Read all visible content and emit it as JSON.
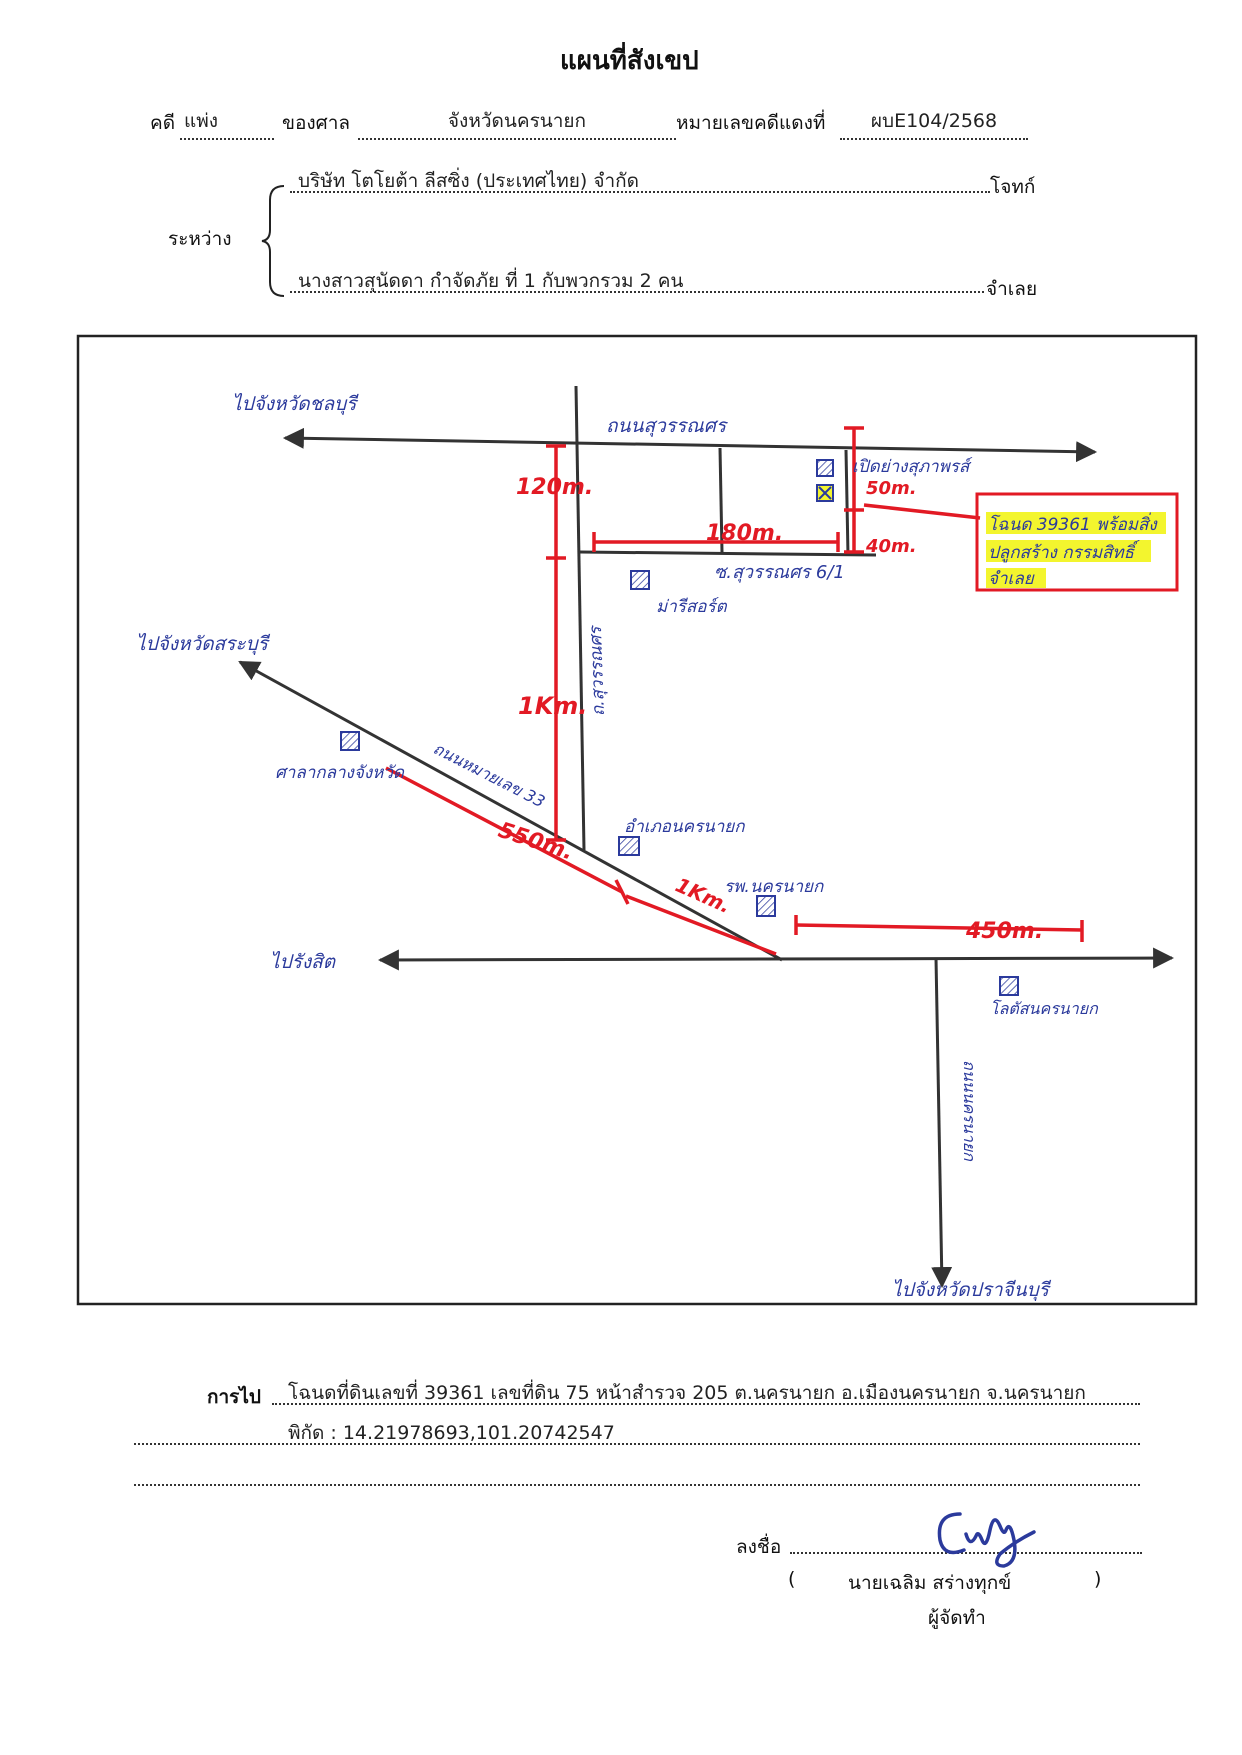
{
  "header": {
    "title": "แผนที่สังเขป",
    "case_label": "คดี",
    "case_type": "แพ่ง",
    "court_label": "ของศาล",
    "court_name": "จังหวัดนครนายก",
    "red_case_label": "หมายเลขคดีแดงที่",
    "red_case_no": "ผบE104/2568"
  },
  "parties": {
    "between_label": "ระหว่าง",
    "plaintiff": "บริษัท โตโยต้า ลีสซิ่ง (ประเทศไทย) จำกัด",
    "plaintiff_role": "โจทก์",
    "defendant": "นางสาวสุนัดดา กำจัดภัย ที่ 1 กับพวกรวม 2 คน",
    "defendant_role": "จำเลย"
  },
  "map": {
    "dir_top_left": "ไปจังหวัดชลบุรี",
    "dir_left": "ไปจังหวัดสระบุรี",
    "dir_rangsit": "ไปรังสิต",
    "dir_bottom": "ไปจังหวัดปราจีนบุรี",
    "road_top": "ถนนสุวรรณศร",
    "road_soi": "ซ.สุวรรณศร 6/1",
    "road_vertical": "ถ.สุวรรณศร",
    "road_diagonal": "ถนนหมายเลข 33",
    "road_south": "ถนนนครนายก",
    "landmark_shop": "เปิดย่างสุภาพรส์",
    "landmark_fam": "ม่ารีสอร์ต",
    "landmark_cityhall": "ศาลากลางจังหวัด",
    "landmark_district": "อำเภอนครนายก",
    "landmark_hospital": "รพ.นครนายก",
    "landmark_lotus": "โลตัสนครนายก",
    "dist_120": "120m.",
    "dist_180": "180m.",
    "dist_50": "50m.",
    "dist_40": "40m.",
    "dist_1km_v": "1Km.",
    "dist_550": "550m.",
    "dist_1km_d": "1Km.",
    "dist_450": "450m.",
    "callout_line1": "โฉนด 39361 พร้อมสิ่ง",
    "callout_line2": "ปลูกสร้าง กรรมสิทธิ์",
    "callout_line3": "จำเลย",
    "colors": {
      "road": "#333333",
      "measure": "#e21a24",
      "handwriting": "#2b3a9c",
      "highlight": "#f3f52e"
    }
  },
  "footer": {
    "route_label": "การไป",
    "route_text": "โฉนดที่ดินเลขที่ 39361  เลขที่ดิน 75 หน้าสำรวจ 205 ต.นครนายก อ.เมืองนครนายก  จ.นครนายก",
    "coords_text": "พิกัด : 14.21978693,101.20742547",
    "sign_label": "ลงชื่อ",
    "signer_open": "(",
    "signer_name": "นายเฉลิม สร่างทุกข์",
    "signer_close": ")",
    "signer_role": "ผู้จัดทำ"
  }
}
